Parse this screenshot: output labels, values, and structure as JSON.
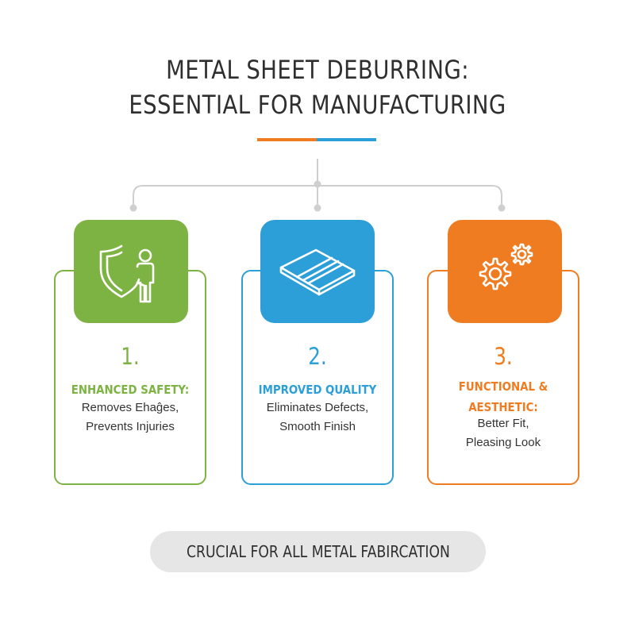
{
  "title_lines": [
    "METAL SHEET DEBURRING:",
    "ESSENTIAL FOR MANUFACTURING"
  ],
  "colors": {
    "green": "#7cb342",
    "blue": "#2c9fd8",
    "orange": "#f07c22",
    "connector": "#cfcfcf",
    "footer_bg": "#e6e6e6"
  },
  "cards": [
    {
      "number": "1.",
      "heading_lines": [
        "ENHANCED SAFETY:"
      ],
      "desc_lines": [
        "Removes Ehaĝes,",
        "Prevents Injuries"
      ],
      "icon": "shield-person-icon"
    },
    {
      "number": "2.",
      "heading_lines": [
        "IMPROVED QUALITY"
      ],
      "desc_lines": [
        "Eliminates Defects,",
        "Smooth Finish"
      ],
      "icon": "metal-sheet-icon"
    },
    {
      "number": "3.",
      "heading_lines": [
        "FUNCTIONAL &",
        "AESTHETIC:"
      ],
      "desc_lines": [
        "Better Fit,",
        "Pleasing Look"
      ],
      "icon": "gears-icon"
    }
  ],
  "footer": "CRUCIAL FOR ALL METAL FABIRCATION"
}
